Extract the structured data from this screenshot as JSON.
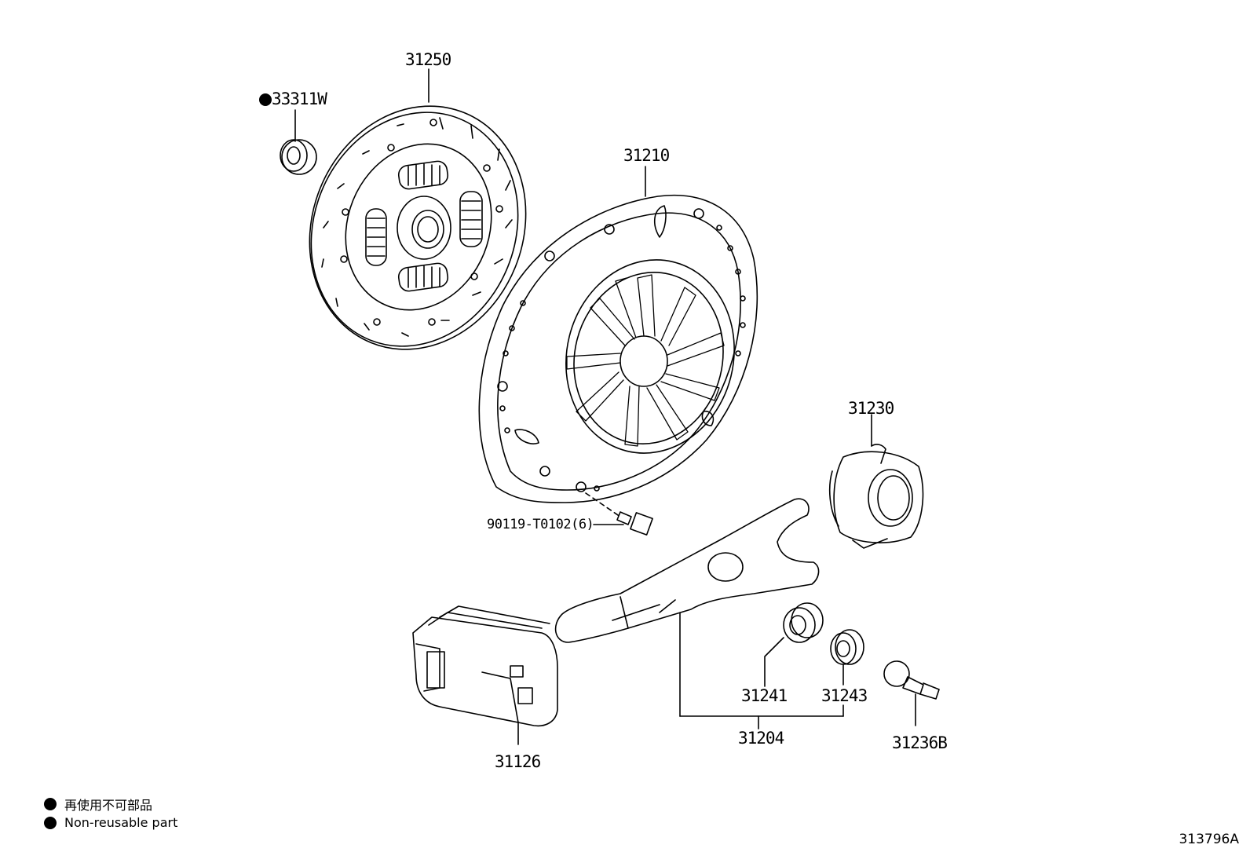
{
  "parts": {
    "p33311w": "33311W",
    "p31250": "31250",
    "p31210": "31210",
    "p31230": "31230",
    "p90119": "90119-T0102(6)",
    "p31126": "31126",
    "p31241": "31241",
    "p31243": "31243",
    "p31204": "31204",
    "p31236b": "31236B"
  },
  "legend": {
    "line1": "再使用不可部品",
    "line2": "Non-reusable part"
  },
  "diagram_id": "313796A",
  "marker_icon": "filled-circle"
}
